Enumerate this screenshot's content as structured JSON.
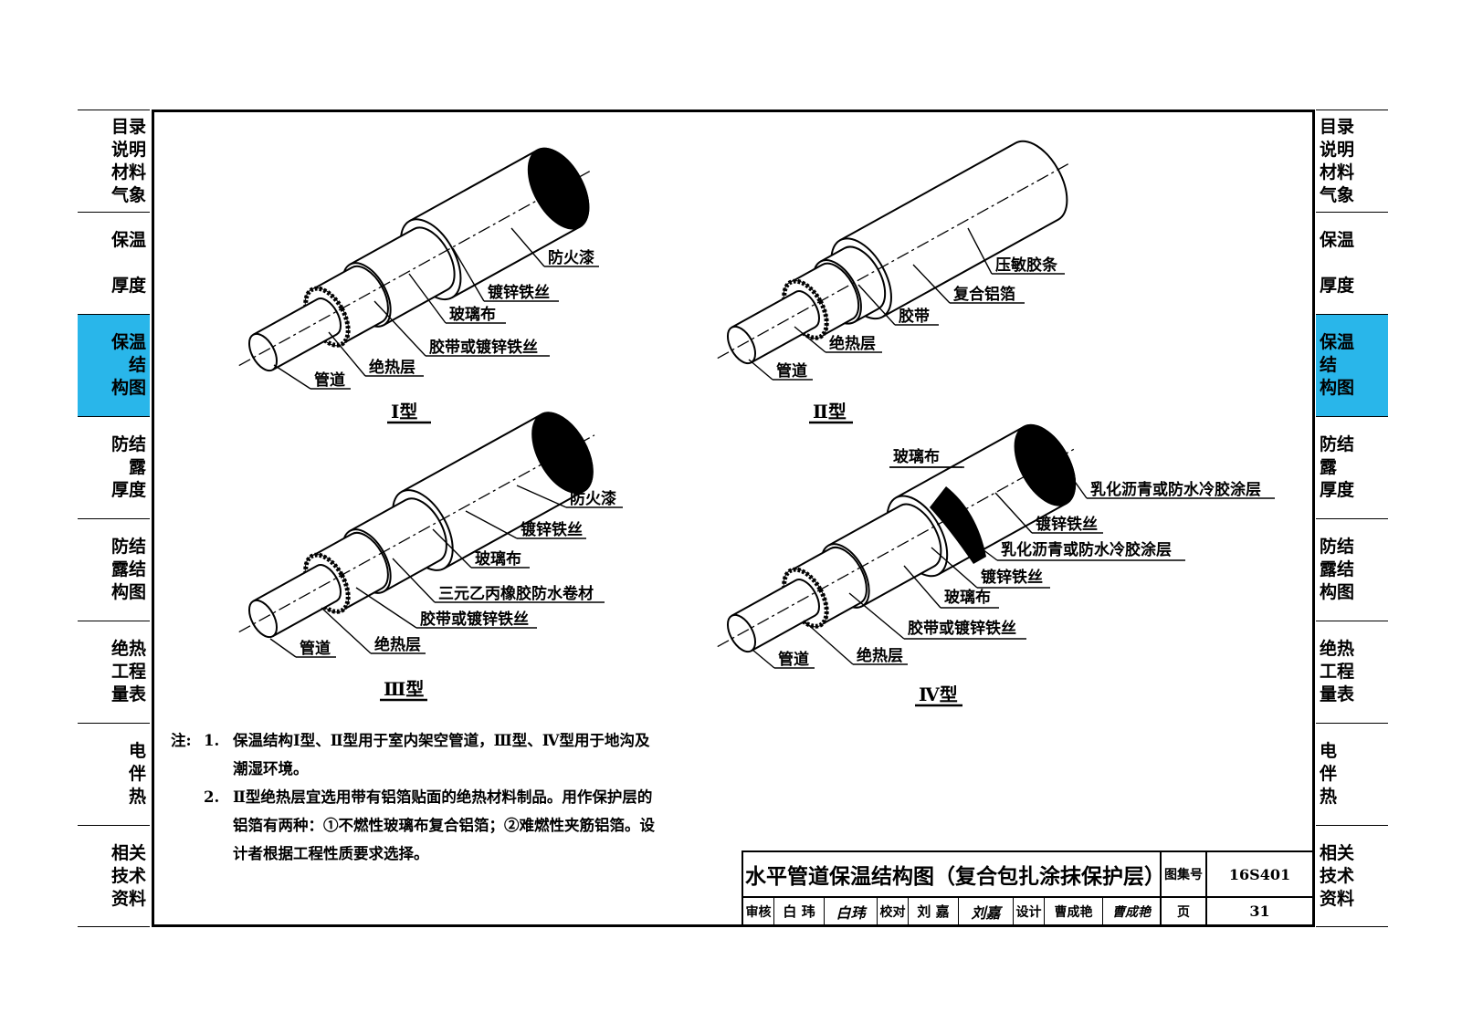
{
  "sidebar": {
    "tabs": [
      {
        "label": "目录\n说明\n材料\n气象"
      },
      {
        "label": "保温\n\n厚度"
      },
      {
        "label": "保温\n结\n构图",
        "active": true
      },
      {
        "label": "防结\n露\n厚度"
      },
      {
        "label": "防结\n露结\n构图"
      },
      {
        "label": "绝热\n工程\n量表"
      },
      {
        "label": "电\n伴\n热"
      },
      {
        "label": "相关\n技术\n资料"
      }
    ],
    "active_color": "#29b6ea"
  },
  "diagrams": {
    "type1": {
      "title": "Ⅰ型",
      "labels": {
        "fire_paint": "防火漆",
        "wire": "镀锌铁丝",
        "glass_cloth": "玻璃布",
        "tape_or_wire": "胶带或镀锌铁丝",
        "insulation": "绝热层",
        "pipe": "管道"
      }
    },
    "type2": {
      "title": "Ⅱ型",
      "labels": {
        "pressure_tape": "压敏胶条",
        "foil": "复合铝箔",
        "tape": "胶带",
        "insulation": "绝热层",
        "pipe": "管道"
      }
    },
    "type3": {
      "title": "Ⅲ型",
      "labels": {
        "fire_paint": "防火漆",
        "wire": "镀锌铁丝",
        "glass_cloth": "玻璃布",
        "epdm": "三元乙丙橡胶防水卷材",
        "tape_or_wire": "胶带或镀锌铁丝",
        "insulation": "绝热层",
        "pipe": "管道"
      }
    },
    "type4": {
      "title": "Ⅳ型",
      "labels": {
        "glass_cloth_top": "玻璃布",
        "coating_top": "乳化沥青或防水冷胶涂层",
        "wire_1": "镀锌铁丝",
        "coating_2": "乳化沥青或防水冷胶涂层",
        "wire_2": "镀锌铁丝",
        "glass_cloth": "玻璃布",
        "tape_or_wire": "胶带或镀锌铁丝",
        "insulation": "绝热层",
        "pipe": "管道"
      }
    }
  },
  "notes": {
    "prefix": "注:",
    "items": [
      {
        "num": "1.",
        "lines": [
          "保温结构Ⅰ型、Ⅱ型用于室内架空管道，Ⅲ型、Ⅳ型用于地沟及",
          "潮湿环境。"
        ]
      },
      {
        "num": "2.",
        "lines": [
          "Ⅱ型绝热层宜选用带有铝箔贴面的绝热材料制品。用作保护层的",
          "铝箔有两种：①不燃性玻璃布复合铝箔；②难燃性夹筋铝箔。设",
          "计者根据工程性质要求选择。"
        ]
      }
    ]
  },
  "title_block": {
    "title": "水平管道保温结构图（复合包扎涂抹保护层）",
    "atlas_label": "图集号",
    "atlas_no": "16S401",
    "review_label": "审核",
    "reviewer": "白 玮",
    "reviewer_sig": "白玮",
    "check_label": "校对",
    "checker": "刘 嘉",
    "checker_sig": "刘嘉",
    "design_label": "设计",
    "designer": "曹成艳",
    "designer_sig": "曹成艳",
    "page_label": "页",
    "page_no": "31"
  }
}
